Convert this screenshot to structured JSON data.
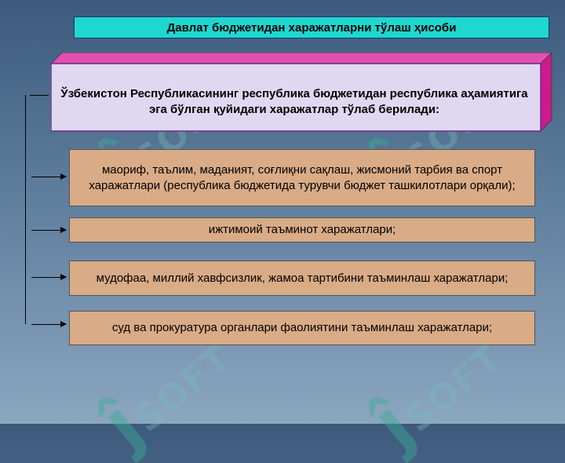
{
  "title": "Давлат бюджетидан харажатларни тўлаш ҳисоби",
  "main_box": "Ўзбекистон Республикасининг республика бюджетидан республика аҳамиятига эга бўлган қуйидаги харажатлар тўлаб берилади:",
  "items": [
    "маориф, таълим, маданият, соғлиқни сақлаш, жисмоний тарбия ва спорт харажатлари (республика бюджетида турувчи бюджет ташкилотлари орқали);",
    "ижтимоий таъминот харажатлари;",
    "мудофаа, миллий хавфсизлик, жамоа тартибини таъминлаш харажатлари;",
    "суд ва прокуратура органлари фаолиятини таъминлаш харажатлари;"
  ],
  "colors": {
    "title_bg": "#1fd7d0",
    "main_box_bg": "#e0d8f0",
    "main_box_side": "#cc1a8c",
    "item_bg": "#d9ab86"
  }
}
